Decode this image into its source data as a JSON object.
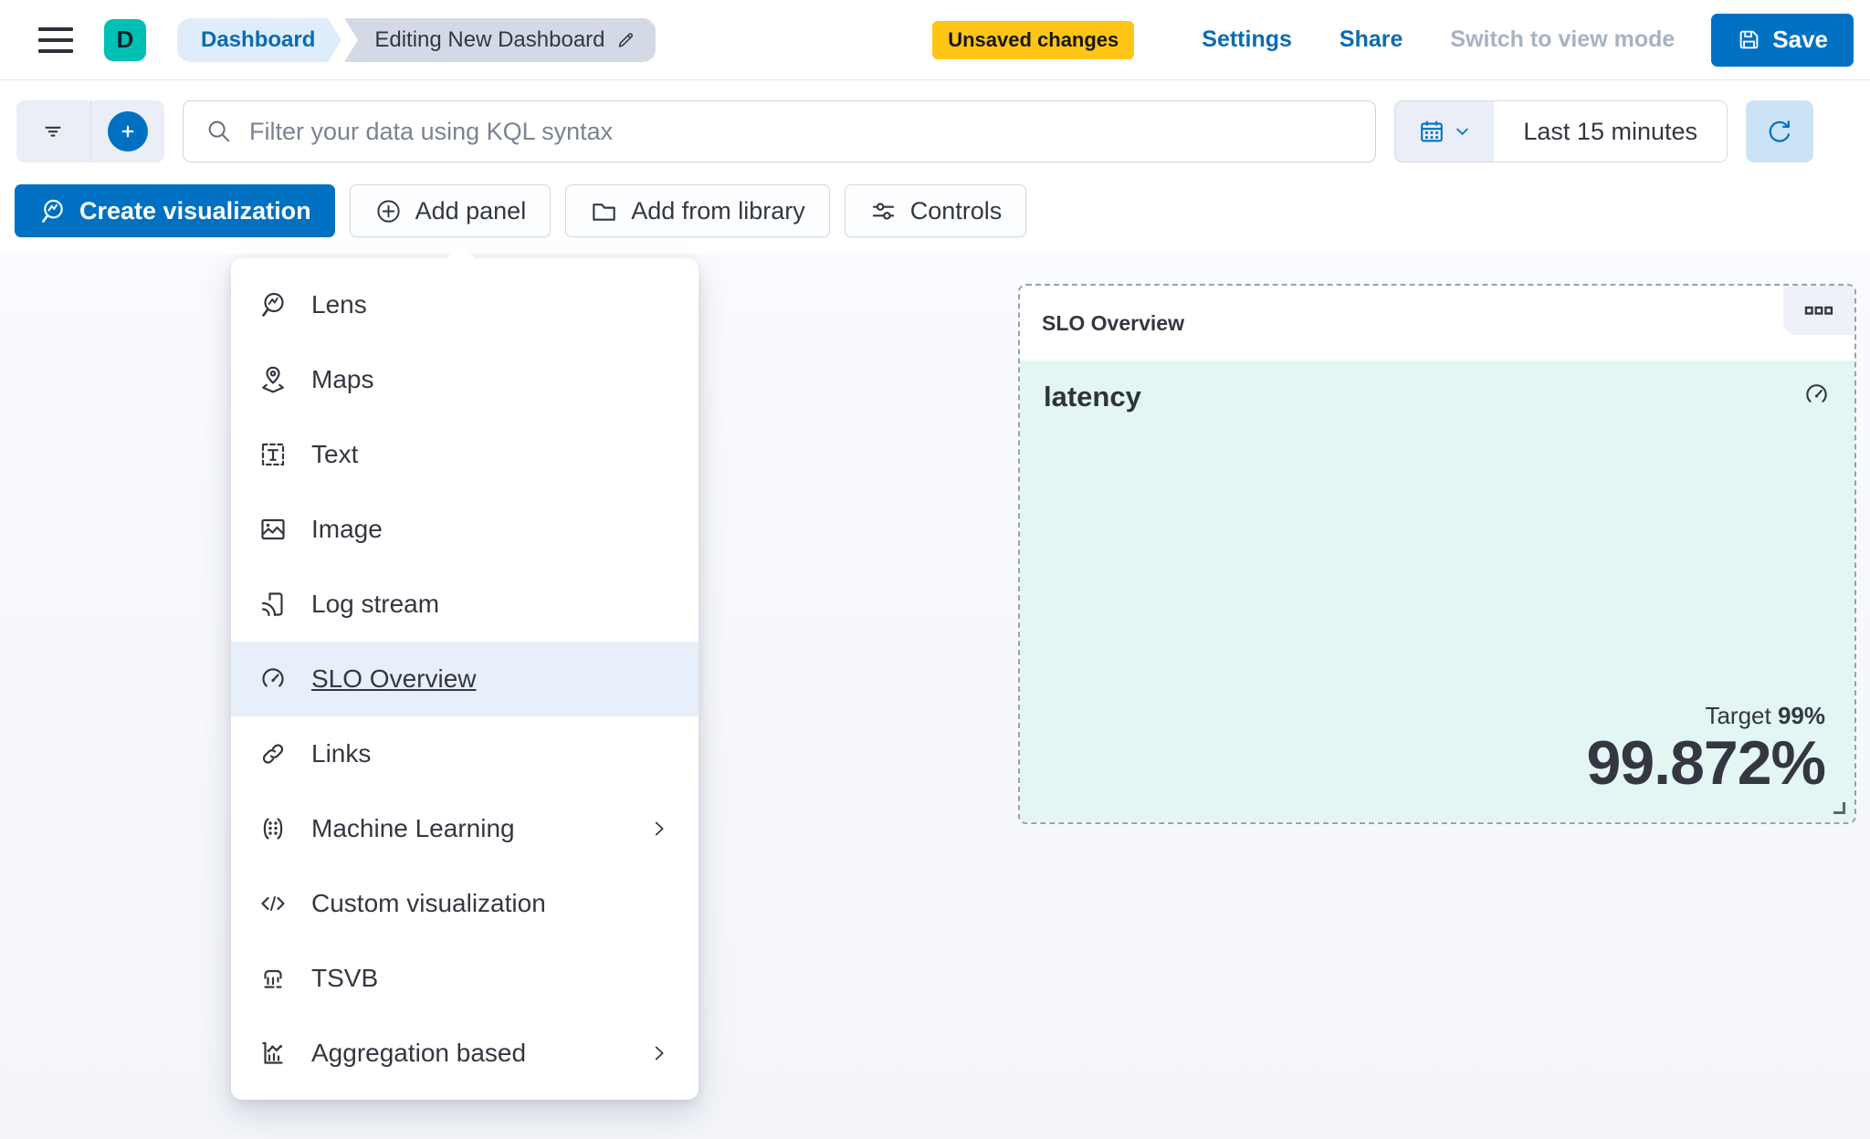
{
  "header": {
    "logo_letter": "D",
    "breadcrumbs": [
      {
        "label": "Dashboard"
      },
      {
        "label": "Editing New Dashboard"
      }
    ],
    "unsaved_badge": "Unsaved changes",
    "settings_label": "Settings",
    "share_label": "Share",
    "view_mode_label": "Switch to view mode",
    "save_label": "Save"
  },
  "query_bar": {
    "search_placeholder": "Filter your data using KQL syntax",
    "time_range": "Last 15 minutes"
  },
  "toolbar": {
    "create_visualization_label": "Create visualization",
    "add_panel_label": "Add panel",
    "add_from_library_label": "Add from library",
    "controls_label": "Controls"
  },
  "add_panel_menu": {
    "items": [
      {
        "id": "lens",
        "label": "Lens",
        "icon": "lens-icon"
      },
      {
        "id": "maps",
        "label": "Maps",
        "icon": "maps-icon"
      },
      {
        "id": "text",
        "label": "Text",
        "icon": "text-icon"
      },
      {
        "id": "image",
        "label": "Image",
        "icon": "image-icon"
      },
      {
        "id": "log-stream",
        "label": "Log stream",
        "icon": "log-stream-icon"
      },
      {
        "id": "slo-overview",
        "label": "SLO Overview",
        "icon": "gauge-icon",
        "selected": true
      },
      {
        "id": "links",
        "label": "Links",
        "icon": "link-icon"
      },
      {
        "id": "machine-learning",
        "label": "Machine Learning",
        "icon": "machine-learning-icon",
        "submenu": true
      },
      {
        "id": "custom-visualization",
        "label": "Custom visualization",
        "icon": "code-icon"
      },
      {
        "id": "tsvb",
        "label": "TSVB",
        "icon": "tsvb-icon"
      },
      {
        "id": "aggregation-based",
        "label": "Aggregation based",
        "icon": "aggregation-chart-icon",
        "submenu": true
      }
    ]
  },
  "slo_panel": {
    "title": "SLO Overview",
    "metric_name": "latency",
    "target_label": "Target",
    "target_value": "99%",
    "value": "99.872%"
  },
  "colors": {
    "primary_blue": "#0071C2",
    "warning_badge": "#FEC514",
    "logo_teal": "#00BFB3",
    "slo_panel_bg": "#E3F6F4",
    "menu_highlight": "#E7F0FA"
  }
}
